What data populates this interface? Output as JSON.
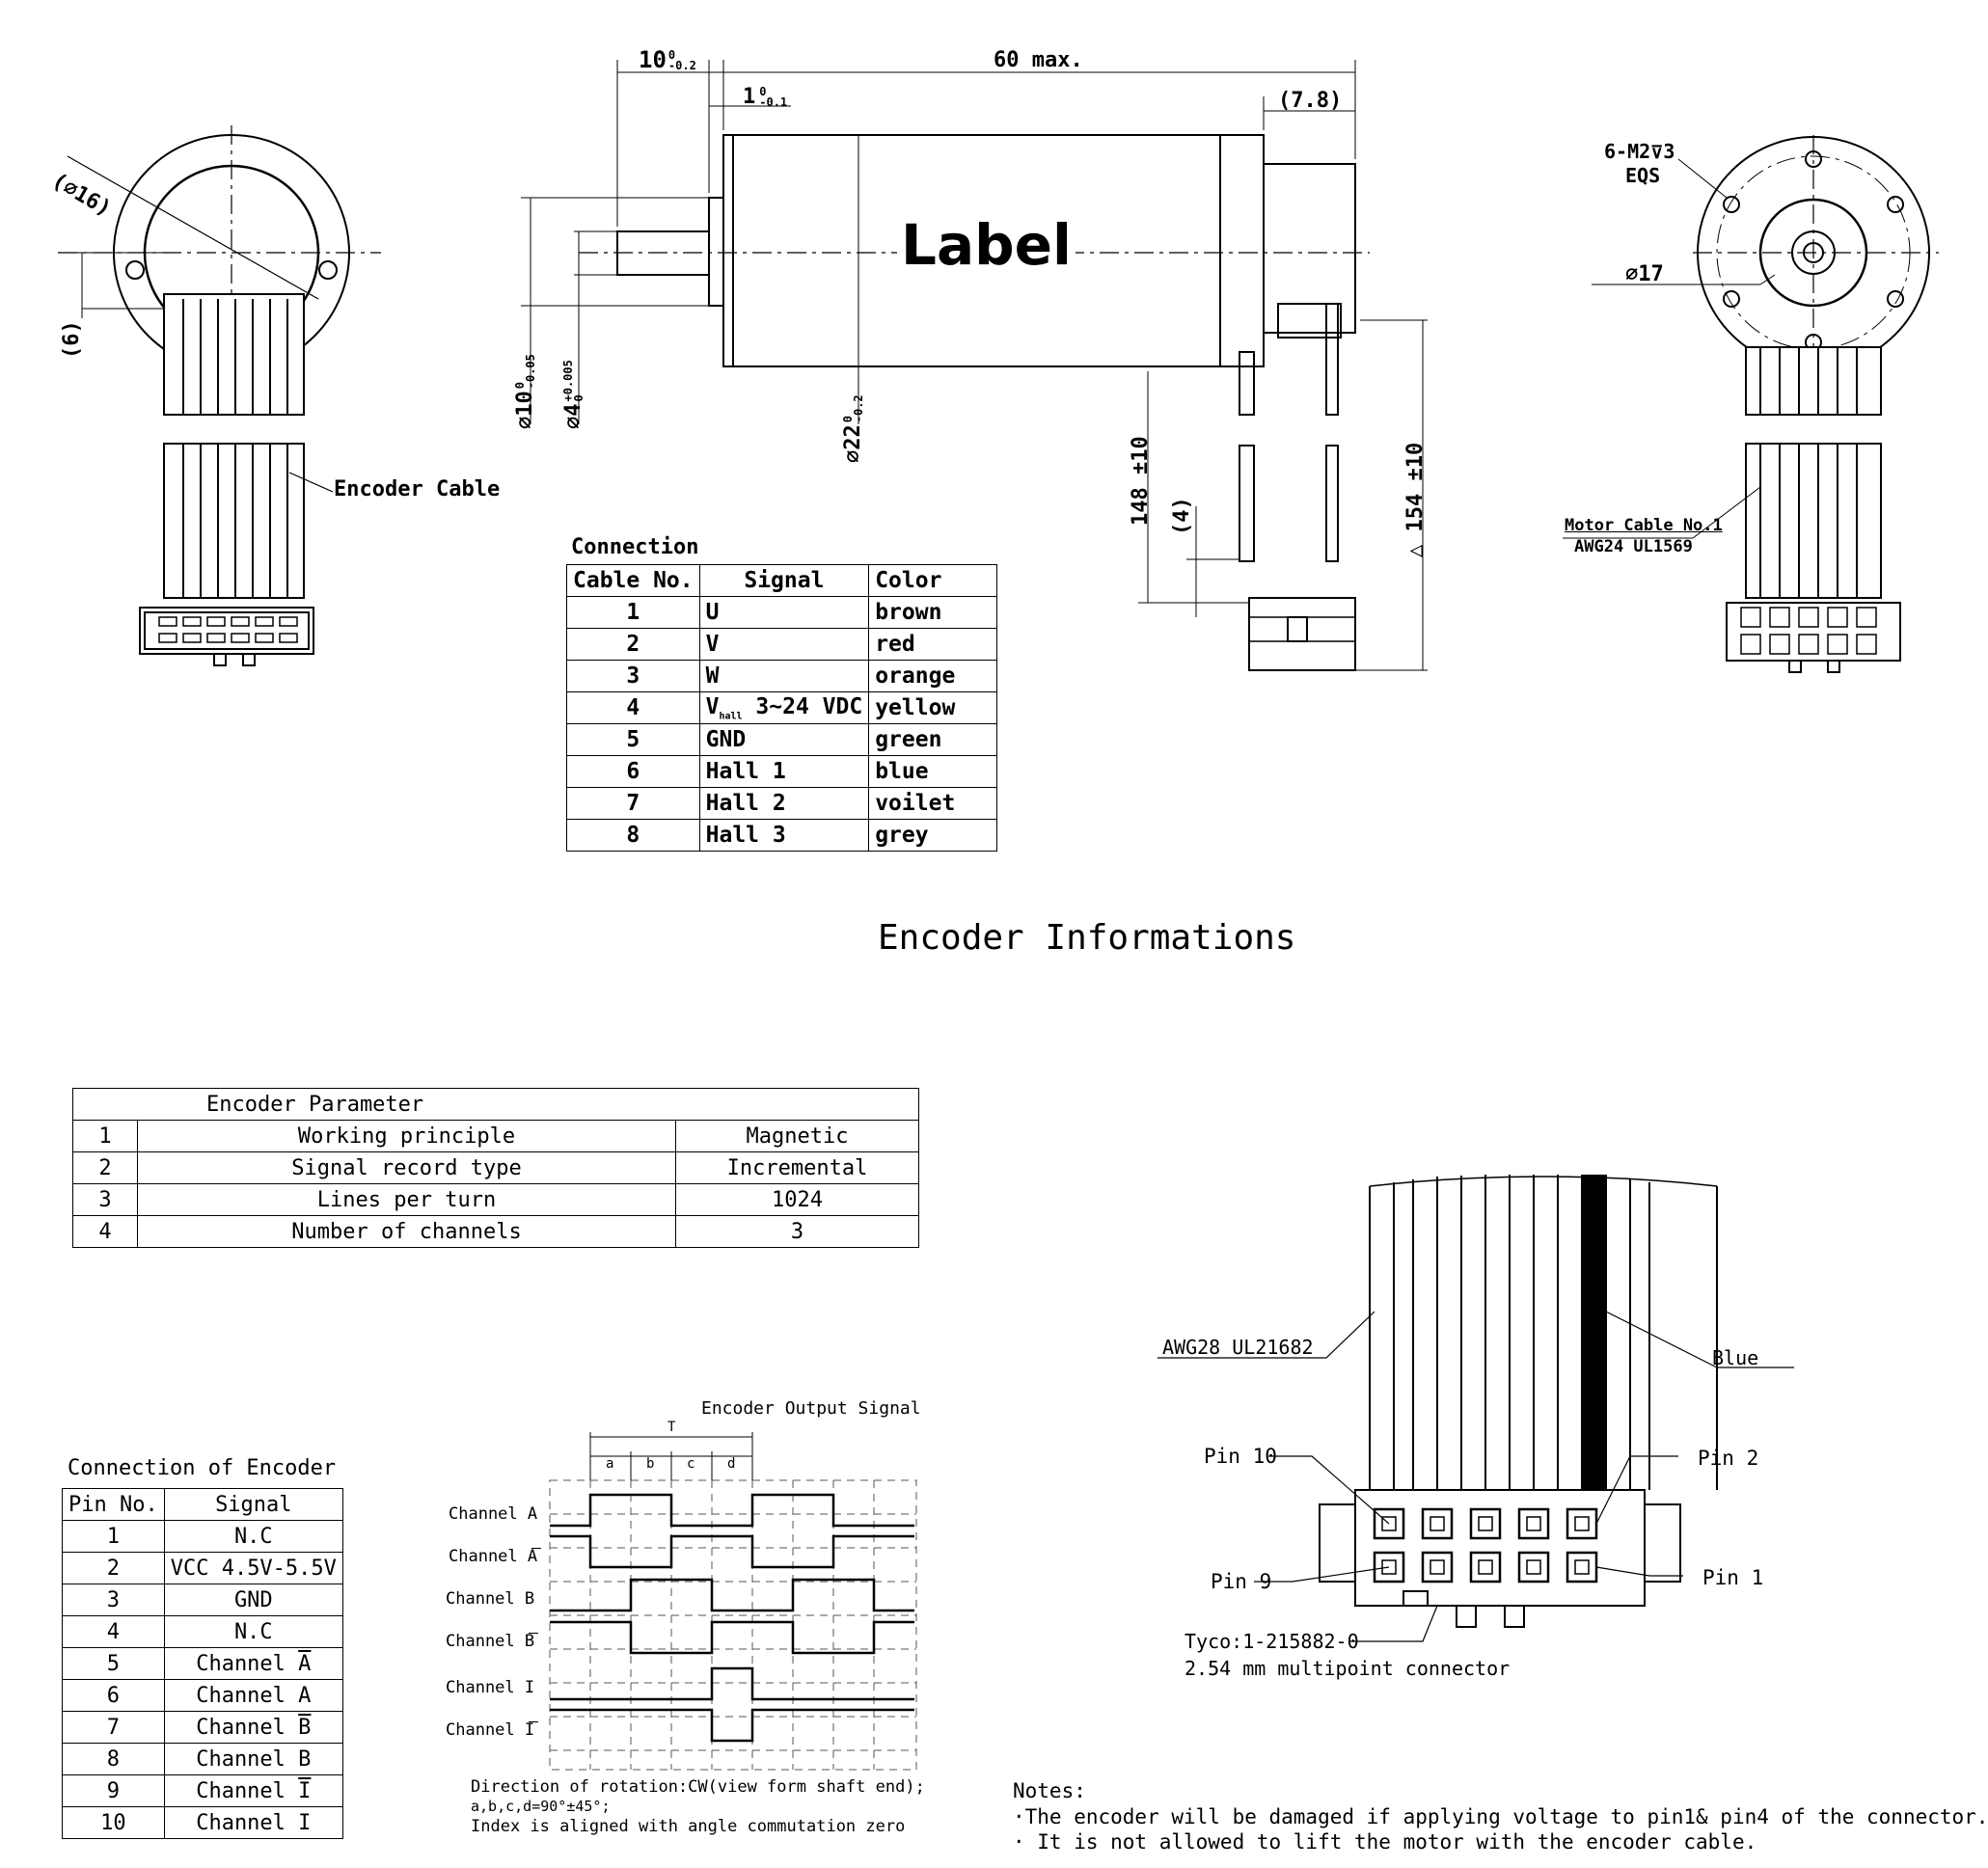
{
  "dimensions": {
    "top_shaft": "10",
    "top_shaft_tol_upper": "0",
    "top_shaft_tol_lower": "-0.2",
    "length": "60 max.",
    "flange": "1",
    "flange_tol_upper": "0",
    "flange_tol_lower": "-0.1",
    "encoder_depth": "(7.8)",
    "d16": "(∅16)",
    "six": "(6)",
    "d10": "∅10",
    "d10_tol_upper": "0",
    "d10_tol_lower": "-0.05",
    "d4": "∅4",
    "d4_tol_upper": "+0.005",
    "d4_tol_lower": "0",
    "d22": "∅22",
    "d22_tol_upper": "0",
    "d22_tol_lower": "-0.2",
    "cable148": "148 ±10",
    "four": "(4)",
    "cable154": "154 ±10",
    "m2": "6-M2",
    "m2_depth": "3",
    "eqs": "EQS",
    "d17": "∅17"
  },
  "labels": {
    "motor_label": "Label",
    "encoder_cable": "Encoder Cable",
    "motor_cable": "Motor Cable No.1",
    "motor_cable_spec": "AWG24 UL1569",
    "section_title": "Encoder Informations",
    "awg28": "AWG28 UL21682",
    "blue": "Blue",
    "pin10": "Pin 10",
    "pin2": "Pin 2",
    "pin9": "Pin 9",
    "pin1": "Pin 1",
    "tyco": "Tyco:1-215882-0",
    "connector_desc": "2.54 mm multipoint connector"
  },
  "motor_connection": {
    "title": "Connection",
    "headers": [
      "Cable No.",
      "Signal",
      "Color"
    ],
    "rows": [
      {
        "no": "1",
        "signal": "U",
        "color": "brown"
      },
      {
        "no": "2",
        "signal": "V",
        "color": "red"
      },
      {
        "no": "3",
        "signal": "W",
        "color": "orange"
      },
      {
        "no": "4",
        "signal": "V",
        "signal_sub": "hall",
        "signal_rest": " 3∼24 VDC",
        "color": "yellow"
      },
      {
        "no": "5",
        "signal": "GND",
        "color": "green"
      },
      {
        "no": "6",
        "signal": "Hall 1",
        "color": "blue"
      },
      {
        "no": "7",
        "signal": "Hall 2",
        "color": "voilet"
      },
      {
        "no": "8",
        "signal": "Hall 3",
        "color": "grey"
      }
    ]
  },
  "encoder_parameter": {
    "title": "Encoder Parameter",
    "rows": [
      {
        "no": "1",
        "name": "Working principle",
        "value": "Magnetic"
      },
      {
        "no": "2",
        "name": "Signal record type",
        "value": "Incremental"
      },
      {
        "no": "3",
        "name": "Lines per turn",
        "value": "1024"
      },
      {
        "no": "4",
        "name": "Number of channels",
        "value": "3"
      }
    ]
  },
  "encoder_connection": {
    "title": "Connection of Encoder",
    "headers": [
      "Pin No.",
      "Signal"
    ],
    "rows": [
      {
        "pin": "1",
        "signal": "N.C"
      },
      {
        "pin": "2",
        "signal": "VCC 4.5V-5.5V"
      },
      {
        "pin": "3",
        "signal": "GND"
      },
      {
        "pin": "4",
        "signal": "N.C"
      },
      {
        "pin": "5",
        "signal": "Channel ",
        "bar": "A"
      },
      {
        "pin": "6",
        "signal": "Channel A"
      },
      {
        "pin": "7",
        "signal": "Channel ",
        "bar": "B"
      },
      {
        "pin": "8",
        "signal": "Channel B"
      },
      {
        "pin": "9",
        "signal": "Channel ",
        "bar": "I"
      },
      {
        "pin": "10",
        "signal": "Channel I"
      }
    ]
  },
  "encoder_signal": {
    "title": "Encoder Output Signal",
    "period": "T",
    "segments": [
      "a",
      "b",
      "c",
      "d"
    ],
    "channels": [
      {
        "label": "Channel A",
        "bar": false,
        "levels": [
          0,
          1,
          1,
          0,
          0,
          1,
          1,
          0,
          0
        ]
      },
      {
        "label": "Channel A",
        "bar": true,
        "levels": [
          1,
          0,
          0,
          1,
          1,
          0,
          0,
          1,
          1
        ]
      },
      {
        "label": "Channel B",
        "bar": false,
        "levels": [
          0,
          0,
          1,
          1,
          0,
          0,
          1,
          1,
          0
        ]
      },
      {
        "label": "Channel B",
        "bar": true,
        "levels": [
          1,
          1,
          0,
          0,
          1,
          1,
          0,
          0,
          1
        ]
      },
      {
        "label": "Channel I",
        "bar": false,
        "levels": [
          0,
          0,
          0,
          0,
          1,
          0,
          0,
          0,
          0
        ]
      },
      {
        "label": "Channel I",
        "bar": true,
        "levels": [
          1,
          1,
          1,
          1,
          0,
          1,
          1,
          1,
          1
        ]
      }
    ],
    "note_1": "Direction of rotation:CW(view form shaft end);",
    "note_2": "a,b,c,d=90°±45°;",
    "note_3": "Index is aligned with angle commutation zero"
  },
  "notes": {
    "title": "Notes:",
    "items": [
      "·The encoder will be damaged if applying voltage to pin1& pin4 of the connector.",
      "· It is not allowed to lift the motor with the encoder cable."
    ]
  }
}
